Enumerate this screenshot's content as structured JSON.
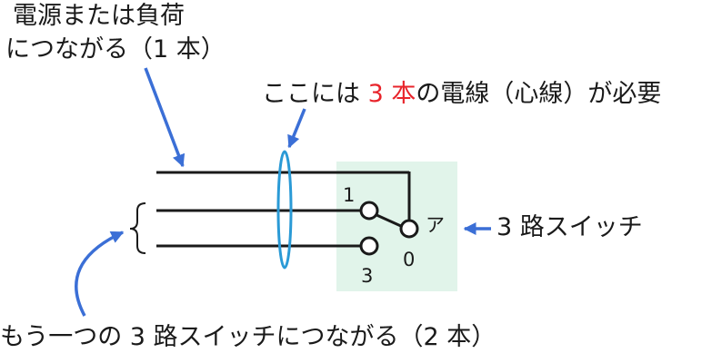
{
  "labels": {
    "power_line1": "電源または負荷",
    "power_line2": "につながる（1 本）",
    "three_wire_pre": "ここには ",
    "three_wire_highlight": "3 本",
    "three_wire_post": "の電線（心線）が必要",
    "switch_name": "3 路スイッチ",
    "other_switch": "もう一つの 3 路スイッチにつながる（2 本）",
    "terminal_1": "1",
    "terminal_a": "ア",
    "terminal_0": "0",
    "terminal_3": "3"
  },
  "colors": {
    "wire": "#1a1a1a",
    "arrow": "#3b6fd6",
    "bundle_ring": "#2a9ad6",
    "switch_box": "#e1f4ea",
    "highlight": "#e8242b"
  }
}
